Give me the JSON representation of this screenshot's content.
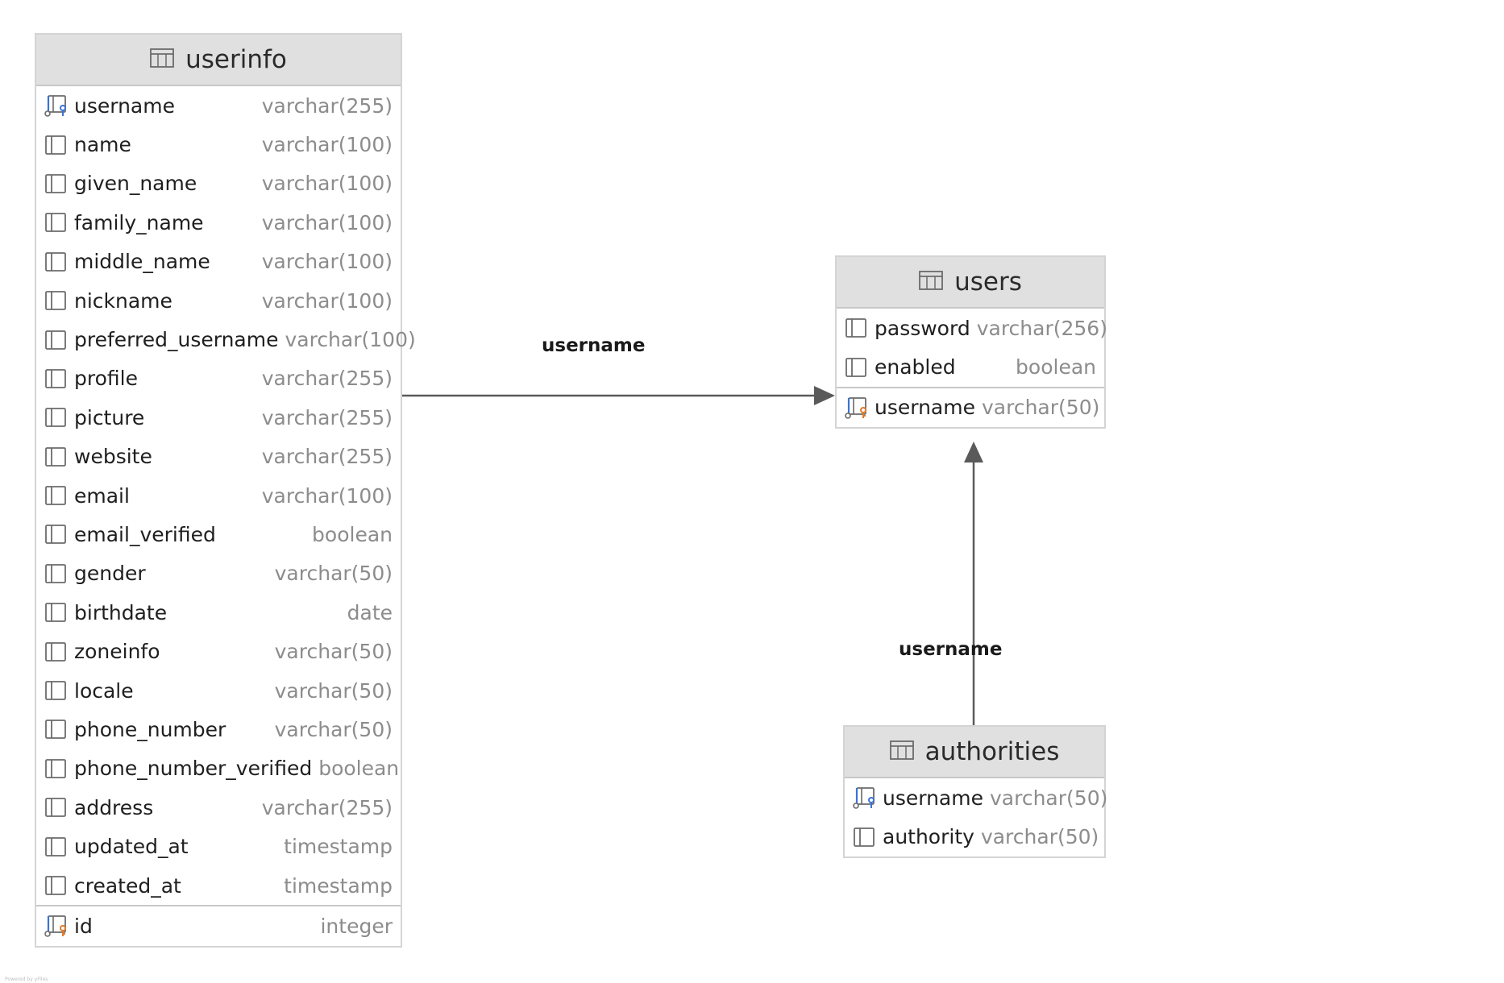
{
  "tables": [
    {
      "id": "userinfo",
      "title": "userinfo",
      "columns": [
        {
          "name": "username",
          "type": "varchar(255)",
          "icon": "foreign-key-column-icon"
        },
        {
          "name": "name",
          "type": "varchar(100)",
          "icon": "column-icon"
        },
        {
          "name": "given_name",
          "type": "varchar(100)",
          "icon": "column-icon"
        },
        {
          "name": "family_name",
          "type": "varchar(100)",
          "icon": "column-icon"
        },
        {
          "name": "middle_name",
          "type": "varchar(100)",
          "icon": "column-icon"
        },
        {
          "name": "nickname",
          "type": "varchar(100)",
          "icon": "column-icon"
        },
        {
          "name": "preferred_username",
          "type": "varchar(100)",
          "icon": "column-icon"
        },
        {
          "name": "profile",
          "type": "varchar(255)",
          "icon": "column-icon"
        },
        {
          "name": "picture",
          "type": "varchar(255)",
          "icon": "column-icon"
        },
        {
          "name": "website",
          "type": "varchar(255)",
          "icon": "column-icon"
        },
        {
          "name": "email",
          "type": "varchar(100)",
          "icon": "column-icon"
        },
        {
          "name": "email_verified",
          "type": "boolean",
          "icon": "column-icon"
        },
        {
          "name": "gender",
          "type": "varchar(50)",
          "icon": "column-icon"
        },
        {
          "name": "birthdate",
          "type": "date",
          "icon": "column-icon"
        },
        {
          "name": "zoneinfo",
          "type": "varchar(50)",
          "icon": "column-icon"
        },
        {
          "name": "locale",
          "type": "varchar(50)",
          "icon": "column-icon"
        },
        {
          "name": "phone_number",
          "type": "varchar(50)",
          "icon": "column-icon"
        },
        {
          "name": "phone_number_verified",
          "type": "boolean",
          "icon": "column-icon"
        },
        {
          "name": "address",
          "type": "varchar(255)",
          "icon": "column-icon"
        },
        {
          "name": "updated_at",
          "type": "timestamp",
          "icon": "column-icon"
        },
        {
          "name": "created_at",
          "type": "timestamp",
          "icon": "column-icon"
        }
      ],
      "key_columns": [
        {
          "name": "id",
          "type": "integer",
          "icon": "primary-key-column-icon"
        }
      ]
    },
    {
      "id": "users",
      "title": "users",
      "columns": [
        {
          "name": "password",
          "type": "varchar(256)",
          "icon": "column-icon"
        },
        {
          "name": "enabled",
          "type": "boolean",
          "icon": "column-icon"
        }
      ],
      "key_columns": [
        {
          "name": "username",
          "type": "varchar(50)",
          "icon": "primary-key-column-icon"
        }
      ]
    },
    {
      "id": "authorities",
      "title": "authorities",
      "columns": [
        {
          "name": "username",
          "type": "varchar(50)",
          "icon": "foreign-key-column-icon"
        },
        {
          "name": "authority",
          "type": "varchar(50)",
          "icon": "column-icon"
        }
      ],
      "key_columns": []
    }
  ],
  "relations": [
    {
      "from": "userinfo",
      "to": "users",
      "label": "username"
    },
    {
      "from": "authorities",
      "to": "users",
      "label": "username"
    }
  ],
  "footer": "Powered by yFiles",
  "colors": {
    "header_bg": "#e0e0e0",
    "border": "#d4d4d4",
    "type_text": "#8c8c8c",
    "edge": "#5a5a5a",
    "fk_blue": "#3b73d6",
    "pk_orange": "#e07b2a"
  }
}
